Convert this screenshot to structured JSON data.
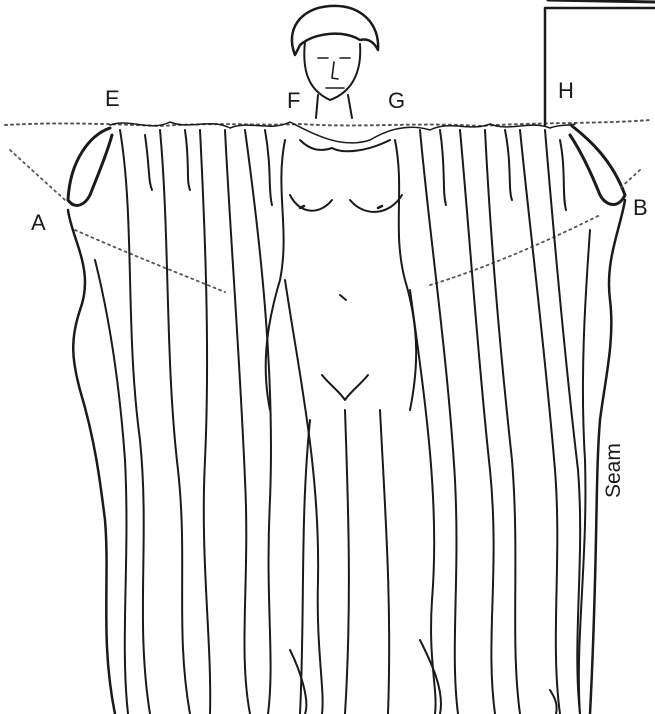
{
  "diagram": {
    "labels": {
      "a": "A",
      "b": "B",
      "e": "E",
      "f": "F",
      "g": "G",
      "h": "H",
      "seam": "Seam"
    },
    "colors": {
      "ink": "#1a1a1a",
      "paper": "#ffffff"
    }
  }
}
